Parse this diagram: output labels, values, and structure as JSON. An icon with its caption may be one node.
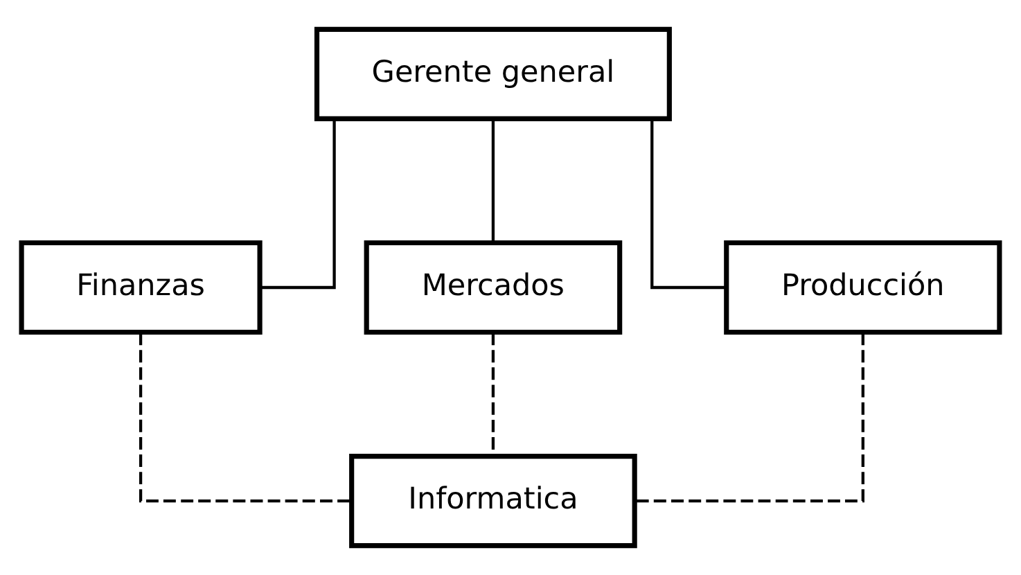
{
  "diagram": {
    "nodes": [
      {
        "text": [
          "Gerente general"
        ]
      },
      {
        "text": [
          "Finanzas"
        ]
      },
      {
        "text": [
          "Mercados"
        ]
      },
      {
        "text": [
          "Producción"
        ]
      },
      {
        "text": [
          "Informatica"
        ]
      }
    ],
    "edges": [
      {
        "from": 0,
        "to": 1,
        "arrow": "none"
      },
      {
        "from": 0,
        "to": 2,
        "arrow": "none"
      },
      {
        "from": 0,
        "to": 3,
        "arrow": "none"
      },
      {
        "from": 1,
        "to": 4,
        "arrow": "none",
        "style": "dashed"
      },
      {
        "from": 2,
        "to": 4,
        "arrow": "none",
        "style": "dashed"
      },
      {
        "from": 3,
        "to": 4,
        "arrow": "none",
        "style": "dashed"
      }
    ]
  }
}
